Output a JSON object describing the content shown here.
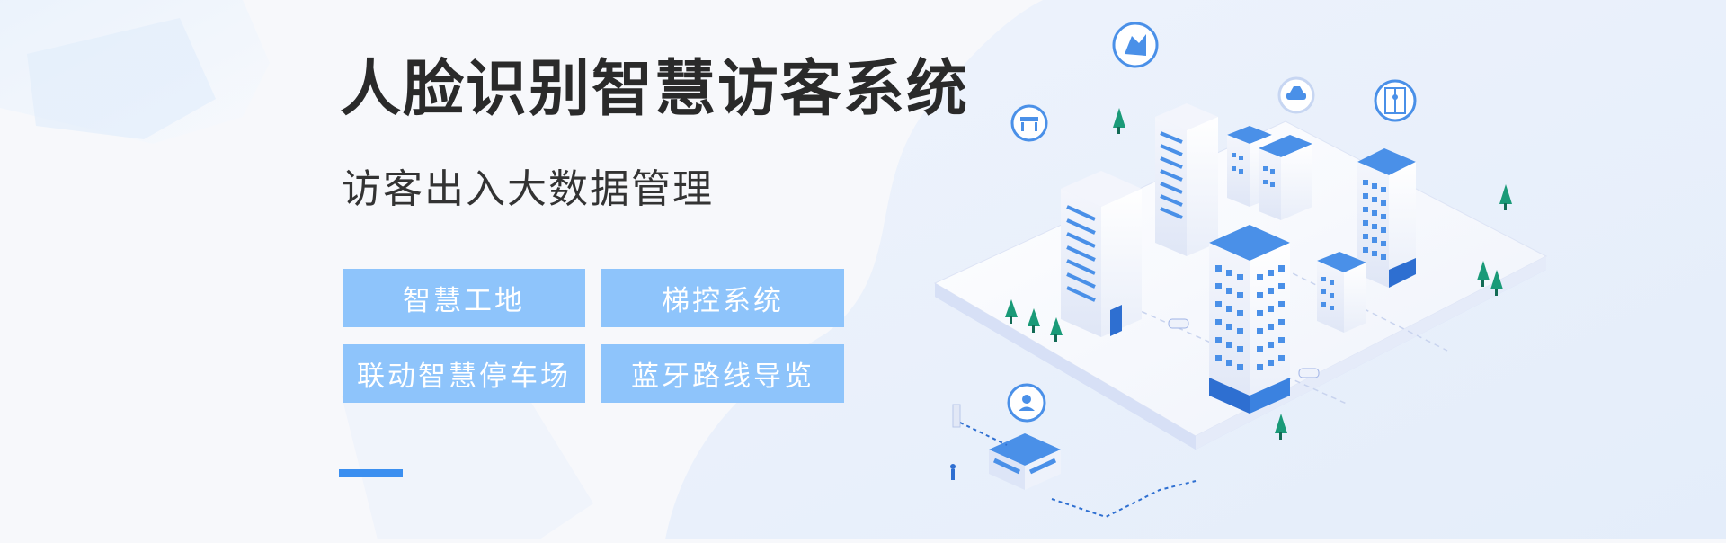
{
  "hero": {
    "title": "人脸识别智慧访客系统",
    "subtitle": "访客出入大数据管理"
  },
  "features": [
    {
      "label": "智慧工地"
    },
    {
      "label": "梯控系统"
    },
    {
      "label": "联动智慧停车场"
    },
    {
      "label": "蓝牙路线导览"
    }
  ],
  "colors": {
    "accent": "#3b8ff0",
    "tag_fill": "#8ec4fb",
    "building_blue": "#4a90e8",
    "tree_green": "#1a9a78"
  },
  "illustration_icons": [
    "map-icon",
    "barrier-gate-icon",
    "car-icon",
    "elevator-icon",
    "face-scan-icon"
  ]
}
